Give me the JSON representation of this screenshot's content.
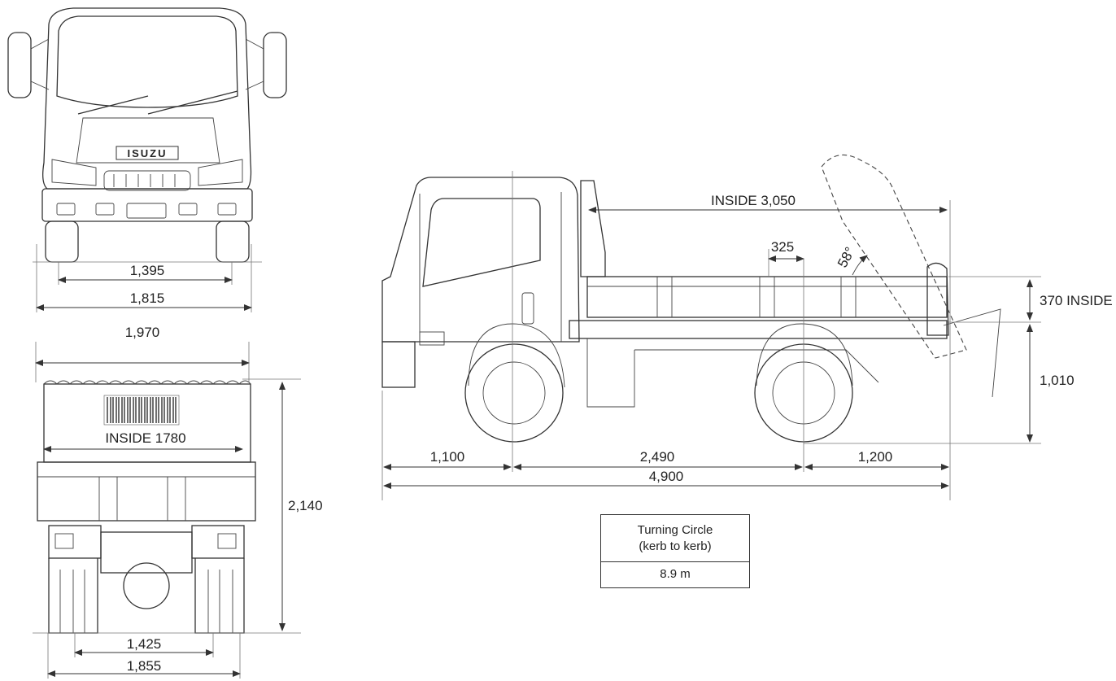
{
  "front_view": {
    "badge": "ISUZU",
    "dims": {
      "track": "1,395",
      "width": "1,815"
    }
  },
  "rear_view": {
    "dims": {
      "body_width": "1,970",
      "inside_width": "INSIDE 1780",
      "height": "2,140",
      "track": "1,425",
      "overall_width": "1,855"
    }
  },
  "side_view": {
    "dims": {
      "inside_length": "INSIDE 3,050",
      "pivot_offset": "325",
      "tip_angle": "58°",
      "side_height": "370 INSIDE",
      "deck_height": "1,010",
      "front_overhang": "1,100",
      "wheelbase": "2,490",
      "rear_overhang": "1,200",
      "overall_length": "4,900"
    }
  },
  "turning_circle": {
    "label_line1": "Turning Circle",
    "label_line2": "(kerb to kerb)",
    "value": "8.9 m"
  }
}
